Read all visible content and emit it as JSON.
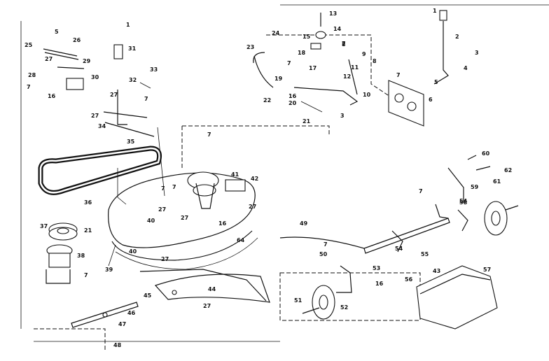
{
  "part_numbers": [
    "1",
    "2",
    "3",
    "4",
    "5",
    "6",
    "7",
    "8",
    "9",
    "10",
    "11",
    "12",
    "13",
    "14",
    "15",
    "16",
    "17",
    "18",
    "19",
    "20",
    "21",
    "22",
    "23",
    "24",
    "25",
    "26",
    "27",
    "28",
    "29",
    "30",
    "31",
    "32",
    "33",
    "34",
    "35",
    "36",
    "37",
    "38",
    "39",
    "40",
    "41",
    "42",
    "43",
    "44",
    "45",
    "46",
    "47",
    "48",
    "49",
    "50",
    "51",
    "52",
    "53",
    "54",
    "55",
    "56",
    "57",
    "58",
    "59",
    "60",
    "61",
    "62",
    "64"
  ],
  "colors": {
    "ink": "#111111",
    "paper": "#ffffff"
  }
}
